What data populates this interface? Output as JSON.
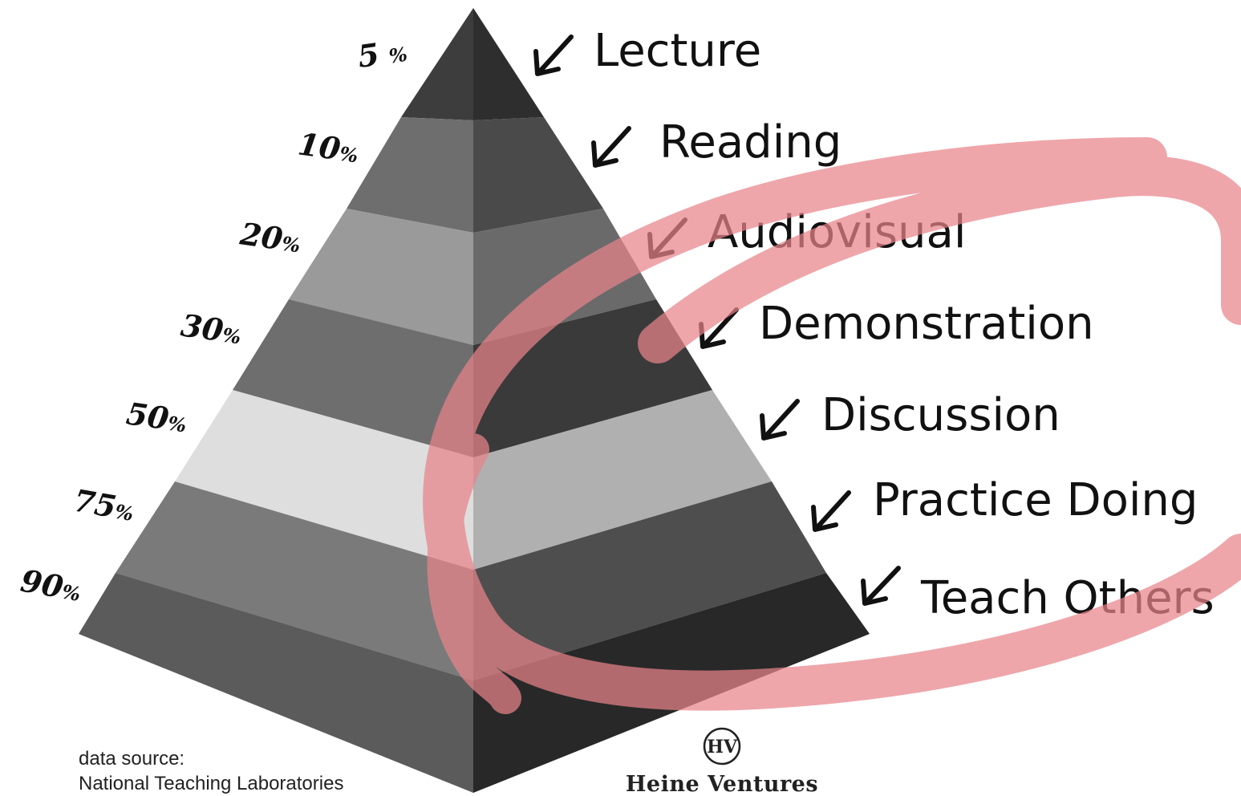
{
  "pyramid": {
    "tiers": [
      {
        "method": "Lecture",
        "retention": "5",
        "unit": "%"
      },
      {
        "method": "Reading",
        "retention": "10",
        "unit": "%"
      },
      {
        "method": "Audiovisual",
        "retention": "20",
        "unit": "%"
      },
      {
        "method": "Demonstration",
        "retention": "30",
        "unit": "%"
      },
      {
        "method": "Discussion",
        "retention": "50",
        "unit": "%"
      },
      {
        "method": "Practice Doing",
        "retention": "75",
        "unit": "%"
      },
      {
        "method": "Teach Others",
        "retention": "90",
        "unit": "%"
      }
    ]
  },
  "source": {
    "line1": "data source:",
    "line2": "National Teaching Laboratories"
  },
  "logo": {
    "monogram": "HV",
    "name": "Heine Ventures"
  },
  "colors": {
    "highlight_circle": "#e8848a"
  }
}
